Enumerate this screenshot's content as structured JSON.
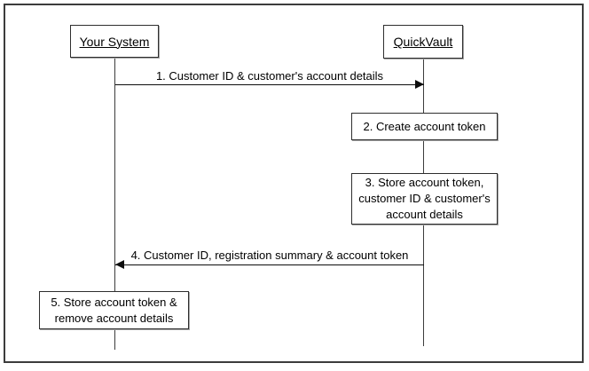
{
  "diagram": {
    "type": "sequence-diagram",
    "actors": [
      {
        "id": "your-system",
        "label": "Your System"
      },
      {
        "id": "quickvault",
        "label": "QuickVault"
      }
    ],
    "messages": [
      {
        "num": "1",
        "label": "1. Customer ID & customer's account details",
        "from": "your-system",
        "to": "quickvault",
        "direction": "right"
      },
      {
        "num": "4",
        "label": "4. Customer ID, registration summary & account token",
        "from": "quickvault",
        "to": "your-system",
        "direction": "left"
      }
    ],
    "steps": [
      {
        "num": "2",
        "label": "2. Create account token",
        "on": "quickvault"
      },
      {
        "num": "3",
        "label": "3. Store account token, customer ID & customer's account details",
        "on": "quickvault"
      },
      {
        "num": "5",
        "label": "5. Store account token & remove account details",
        "on": "your-system"
      }
    ],
    "colors": {
      "background": "#ffffff",
      "line": "#3c3c3c",
      "text": "#000000",
      "box_border": "#2e2e2e",
      "box_shadow": "#a6a6a6"
    }
  }
}
